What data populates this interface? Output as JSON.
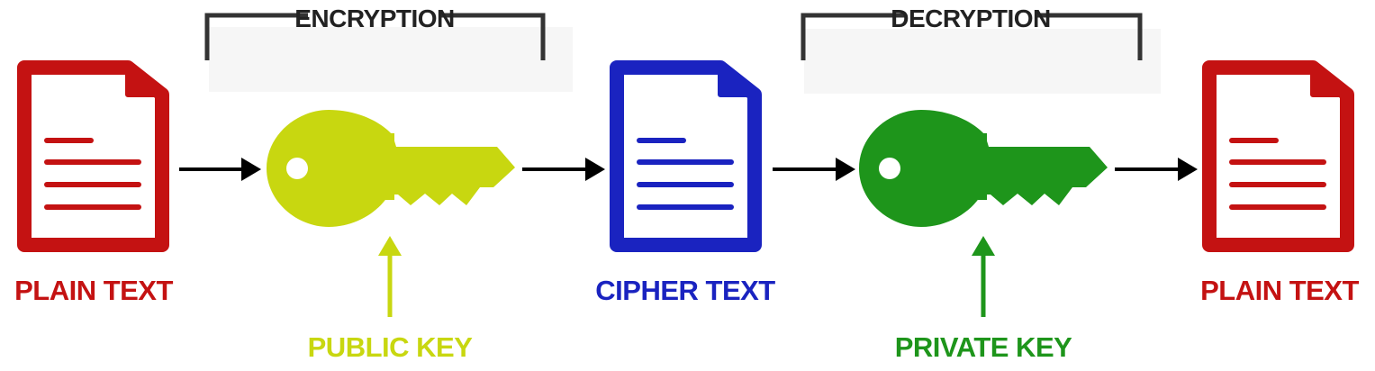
{
  "brackets": {
    "encryption": "ENCRYPTION",
    "decryption": "DECRYPTION"
  },
  "documents": {
    "plain_left": "PLAIN TEXT",
    "cipher": "CIPHER TEXT",
    "plain_right": "PLAIN TEXT"
  },
  "keys": {
    "public": "PUBLIC KEY",
    "private": "PRIVATE KEY"
  },
  "icons": {
    "documents": "document-icon",
    "keys": "key-icon",
    "arrows": "arrow-right-icon"
  },
  "colors": {
    "plain": "#c41212",
    "cipher": "#1a23c0",
    "public_key": "#c8d710",
    "private_key": "#1e951b",
    "bracket": "#333333",
    "arrow": "#000000"
  }
}
